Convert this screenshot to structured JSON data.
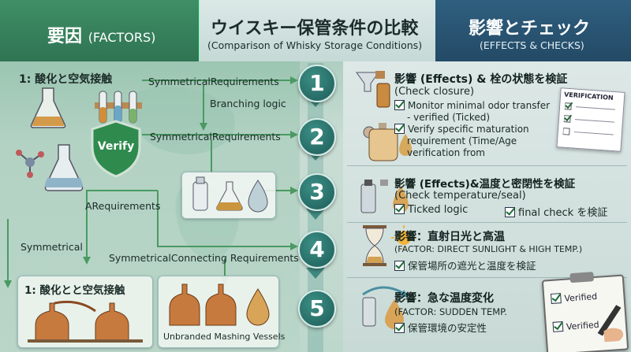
{
  "header": {
    "left_title": "要因",
    "left_sub": "(FACTORS)",
    "center_title": "ウイスキー保管条件の比較",
    "center_sub": "(Comparison of Whisky Storage Conditions)",
    "right_title": "影響とチェック",
    "right_sub": "(EFFECTS & CHECKS)"
  },
  "left": {
    "factor1_title": "1: 酸化と空気接触",
    "verify_badge": "Verify",
    "flow_labels": {
      "sym1": "SymmetricalRequirements",
      "branching": "Branching logic",
      "sym2": "SymmetricalRequirements",
      "areq": "ARequirements",
      "symmetrical": "Symmetrical",
      "connecting": "SymmetricalConnecting Requirements"
    },
    "bottom_box1_title": "1: 酸化とと空気接触",
    "bottom_box2_caption": "Unbranded Mashing Vessels"
  },
  "steps": [
    "1",
    "2",
    "3",
    "4",
    "5"
  ],
  "right": {
    "r1_head": "影響 (Effects) & 栓の状態を検証",
    "r1_sub": "(Check closure)",
    "r1_c1": "Monitor minimal odor transfer",
    "r1_c1b": "- verified (Ticked)",
    "r2_c1": "Verify specific maturation",
    "r2_c1b": "requirement (Time/Age",
    "r2_c1c": "verification from",
    "verification_card": "VERIFICATION",
    "r3_head": "影響 (Effects)&温度と密閉性を検証",
    "r3_sub": "(Check temperature/seal)",
    "r3_c1": "Ticked logic",
    "r3_c2": "final check を検証",
    "r4_head": "影響：直射日光と高温",
    "r4_sub": "(FACTOR: DIRECT SUNLIGHT & HIGH TEMP.)",
    "r4_c1": "保管場所の遮光と温度を検証",
    "r5_head": "影響：急な温度変化",
    "r5_sub": "(FACTOR: SUDDEN TEMP.",
    "r5_c1": "保管環境の安定性",
    "clip_v1": "Verified",
    "clip_v2": "Verified"
  },
  "colors": {
    "left_header": "#2f7453",
    "right_header": "#234a66",
    "step_circle": "#2a7570",
    "arrow": "#3f8a5e"
  }
}
